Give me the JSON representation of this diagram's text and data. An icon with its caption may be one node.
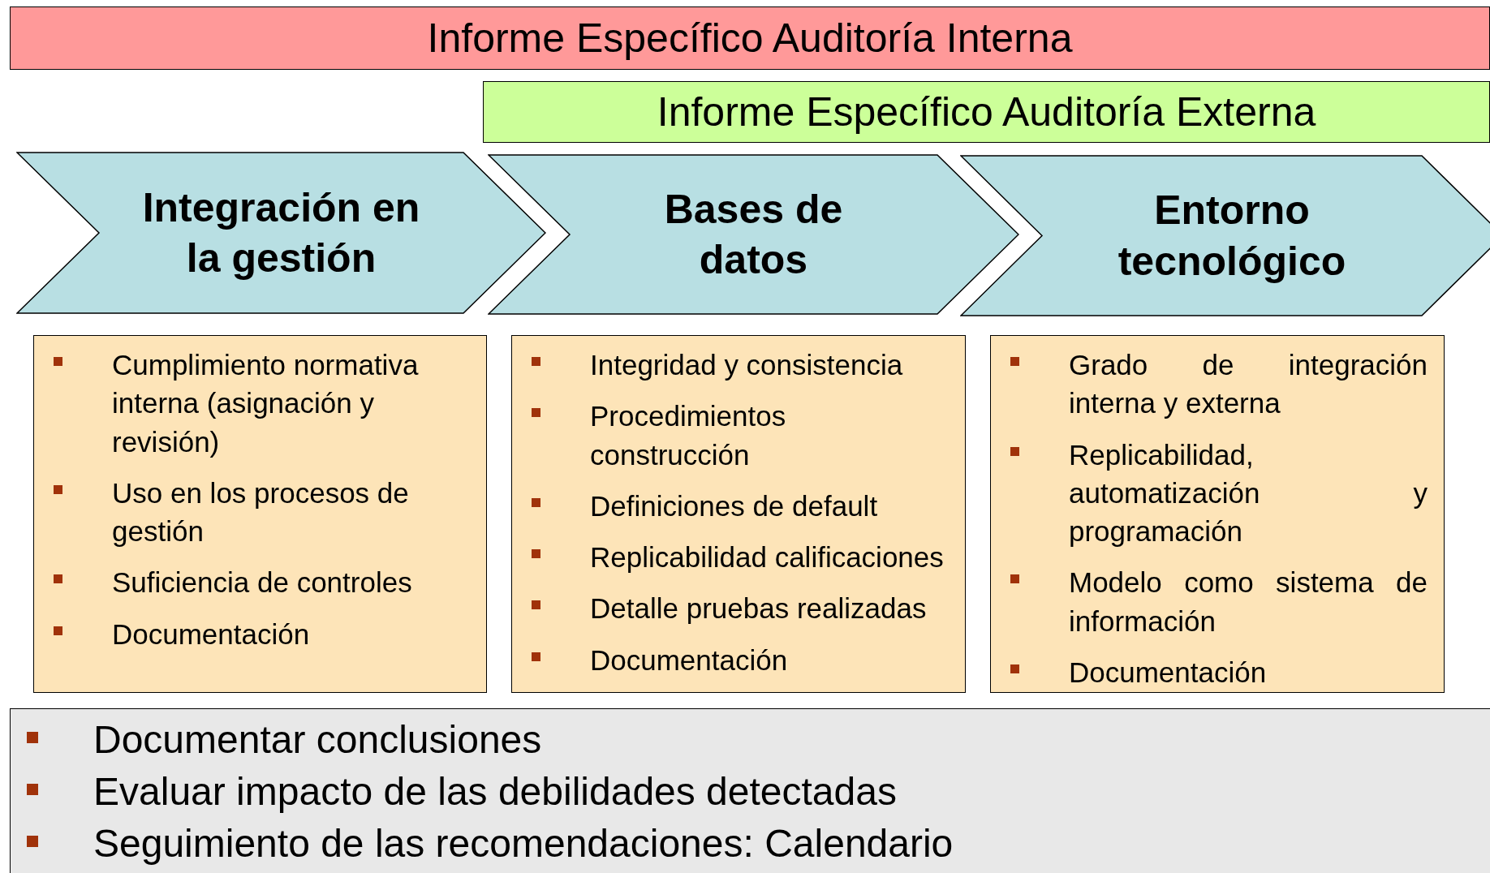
{
  "diagram": {
    "nodes": [
      {
        "text": [
          "Informe Específico Auditoría Interna"
        ]
      },
      {
        "text": [
          "Informe Específico Auditoría Externa"
        ]
      },
      {
        "text": [
          "Integración en la gestión"
        ]
      },
      {
        "text": [
          "Bases de datos"
        ]
      },
      {
        "text": [
          "Entorno tecnológico"
        ]
      },
      {
        "text": [
          "Cumplimiento normativa interna (asignación y revisión)",
          "Uso en los procesos de gestión",
          "Suficiencia de controles",
          "Documentación"
        ]
      },
      {
        "text": [
          "Integridad y consistencia",
          "Procedimientos construcción",
          "Definiciones de default",
          "Replicabilidad calificaciones",
          "Detalle pruebas realizadas",
          "Documentación"
        ]
      },
      {
        "text": [
          "Grado de integración interna y externa",
          "Replicabilidad, automatización y programación",
          "Modelo como sistema de información",
          "Documentación"
        ]
      },
      {
        "text": [
          "Documentar conclusiones",
          "Evaluar impacto de las debilidades detectadas",
          "Seguimiento de las recomendaciones: Calendario"
        ]
      }
    ]
  }
}
